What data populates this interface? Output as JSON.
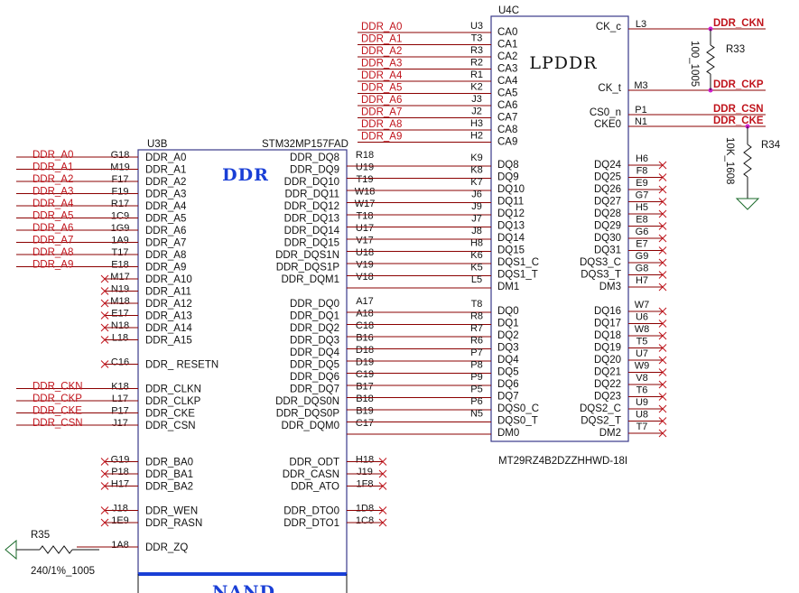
{
  "u3b": {
    "ref": "U3B",
    "part": "STM32MP157FAD",
    "title": "DDR",
    "next_block": "NAND",
    "left": [
      {
        "net": "DDR_A0",
        "pin": "G18",
        "name": "DDR_A0",
        "nc": false
      },
      {
        "net": "DDR_A1",
        "pin": "M19",
        "name": "DDR_A1",
        "nc": false
      },
      {
        "net": "DDR_A2",
        "pin": "F17",
        "name": "DDR_A2",
        "nc": false
      },
      {
        "net": "DDR_A3",
        "pin": "F19",
        "name": "DDR_A3",
        "nc": false
      },
      {
        "net": "DDR_A4",
        "pin": "R17",
        "name": "DDR_A4",
        "nc": false
      },
      {
        "net": "DDR_A5",
        "pin": "1C9",
        "name": "DDR_A5",
        "nc": false
      },
      {
        "net": "DDR_A6",
        "pin": "1G9",
        "name": "DDR_A6",
        "nc": false
      },
      {
        "net": "DDR_A7",
        "pin": "1A9",
        "name": "DDR_A7",
        "nc": false
      },
      {
        "net": "DDR_A8",
        "pin": "T17",
        "name": "DDR_A8",
        "nc": false
      },
      {
        "net": "DDR_A9",
        "pin": "E18",
        "name": "DDR_A9",
        "nc": false
      },
      {
        "net": "",
        "pin": "M17",
        "name": "DDR_A10",
        "nc": true
      },
      {
        "net": "",
        "pin": "N19",
        "name": "DDR_A11",
        "nc": true
      },
      {
        "net": "",
        "pin": "M18",
        "name": "DDR_A12",
        "nc": true
      },
      {
        "net": "",
        "pin": "E17",
        "name": "DDR_A13",
        "nc": true
      },
      {
        "net": "",
        "pin": "N18",
        "name": "DDR_A14",
        "nc": true
      },
      {
        "net": "",
        "pin": "L18",
        "name": "DDR_A15",
        "nc": true
      },
      {
        "gap": true
      },
      {
        "net": "",
        "pin": "C16",
        "name": "DDR_ RESETN",
        "nc": true
      },
      {
        "gap": true
      },
      {
        "net": "DDR_CKN",
        "pin": "K18",
        "name": "DDR_CLKN",
        "nc": false
      },
      {
        "net": "DDR_CKP",
        "pin": "L17",
        "name": "DDR_CLKP",
        "nc": false
      },
      {
        "net": "DDR_CKE",
        "pin": "P17",
        "name": "DDR_CKE",
        "nc": false
      },
      {
        "net": "DDR_CSN",
        "pin": "J17",
        "name": "DDR_CSN",
        "nc": false
      },
      {
        "gap": true
      },
      {
        "gap": true
      },
      {
        "net": "",
        "pin": "G19",
        "name": "DDR_BA0",
        "nc": true
      },
      {
        "net": "",
        "pin": "P18",
        "name": "DDR_BA1",
        "nc": true
      },
      {
        "net": "",
        "pin": "H17",
        "name": "DDR_BA2",
        "nc": true
      },
      {
        "gap": true
      },
      {
        "net": "",
        "pin": "J18",
        "name": "DDR_WEN",
        "nc": true
      },
      {
        "net": "",
        "pin": "1E9",
        "name": "DDR_RASN",
        "nc": true
      },
      {
        "gap": true
      },
      {
        "net": "",
        "pin": "1A8",
        "name": "DDR_ZQ",
        "nc": false
      }
    ],
    "right": [
      {
        "name": "DDR_DQ8",
        "pin": "R18",
        "nc": false
      },
      {
        "name": "DDR_DQ9",
        "pin": "U19",
        "nc": false
      },
      {
        "name": "DDR_DQ10",
        "pin": "T19",
        "nc": false
      },
      {
        "name": "DDR_DQ11",
        "pin": "W18",
        "nc": false
      },
      {
        "name": "DDR_DQ12",
        "pin": "W17",
        "nc": false
      },
      {
        "name": "DDR_DQ13",
        "pin": "T18",
        "nc": false
      },
      {
        "name": "DDR_DQ14",
        "pin": "U17",
        "nc": false
      },
      {
        "name": "DDR_DQ15",
        "pin": "V17",
        "nc": false
      },
      {
        "name": "DDR_DQS1N",
        "pin": "U18",
        "nc": false
      },
      {
        "name": "DDR_DQS1P",
        "pin": "V19",
        "nc": false
      },
      {
        "name": "DDR_DQM1",
        "pin": "V18",
        "nc": false
      },
      {
        "gap": true
      },
      {
        "name": "DDR_DQ0",
        "pin": "A17",
        "nc": false
      },
      {
        "name": "DDR_DQ1",
        "pin": "A18",
        "nc": false
      },
      {
        "name": "DDR_DQ2",
        "pin": "C18",
        "nc": false
      },
      {
        "name": "DDR_DQ3",
        "pin": "B16",
        "nc": false
      },
      {
        "name": "DDR_DQ4",
        "pin": "D18",
        "nc": false
      },
      {
        "name": "DDR_DQ5",
        "pin": "D19",
        "nc": false
      },
      {
        "name": "DDR_DQ6",
        "pin": "C19",
        "nc": false
      },
      {
        "name": "DDR_DQ7",
        "pin": "B17",
        "nc": false
      },
      {
        "name": "DDR_DQS0N",
        "pin": "B18",
        "nc": false
      },
      {
        "name": "DDR_DQS0P",
        "pin": "B19",
        "nc": false
      },
      {
        "name": "DDR_DQM0",
        "pin": "C17",
        "nc": false
      },
      {
        "gap": true
      },
      {
        "gap": true
      },
      {
        "name": "DDR_ODT",
        "pin": "H18",
        "nc": true
      },
      {
        "name": "DDR_CASN",
        "pin": "J19",
        "nc": true
      },
      {
        "name": "DDR_ATO",
        "pin": "1F8",
        "nc": true
      },
      {
        "gap": true
      },
      {
        "name": "DDR_DTO0",
        "pin": "1D8",
        "nc": true
      },
      {
        "name": "DDR_DTO1",
        "pin": "1C8",
        "nc": true
      }
    ]
  },
  "u4c": {
    "ref": "U4C",
    "part": "MT29RZ4B2DZZHHWD-18I",
    "title": "LPDDR",
    "ca": [
      {
        "net": "DDR_A0",
        "pin": "U3",
        "name": "CA0"
      },
      {
        "net": "DDR_A1",
        "pin": "T3",
        "name": "CA1"
      },
      {
        "net": "DDR_A2",
        "pin": "R3",
        "name": "CA2"
      },
      {
        "net": "DDR_A3",
        "pin": "R2",
        "name": "CA3"
      },
      {
        "net": "DDR_A4",
        "pin": "R1",
        "name": "CA4"
      },
      {
        "net": "DDR_A5",
        "pin": "K2",
        "name": "CA5"
      },
      {
        "net": "DDR_A6",
        "pin": "J3",
        "name": "CA6"
      },
      {
        "net": "DDR_A7",
        "pin": "J2",
        "name": "CA7"
      },
      {
        "net": "DDR_A8",
        "pin": "H3",
        "name": "CA8"
      },
      {
        "net": "DDR_A9",
        "pin": "H2",
        "name": "CA9"
      }
    ],
    "left_dq": [
      {
        "pin": "K9",
        "name": "DQ8"
      },
      {
        "pin": "K8",
        "name": "DQ9"
      },
      {
        "pin": "K7",
        "name": "DQ10"
      },
      {
        "pin": "J6",
        "name": "DQ11"
      },
      {
        "pin": "J9",
        "name": "DQ12"
      },
      {
        "pin": "J7",
        "name": "DQ13"
      },
      {
        "pin": "J8",
        "name": "DQ14"
      },
      {
        "pin": "H8",
        "name": "DQ15"
      },
      {
        "pin": "K6",
        "name": "DQS1_C"
      },
      {
        "pin": "K5",
        "name": "DQS1_T"
      },
      {
        "pin": "L5",
        "name": "DM1"
      },
      {
        "gap": true
      },
      {
        "pin": "T8",
        "name": "DQ0"
      },
      {
        "pin": "R8",
        "name": "DQ1"
      },
      {
        "pin": "R7",
        "name": "DQ2"
      },
      {
        "pin": "R6",
        "name": "DQ3"
      },
      {
        "pin": "P7",
        "name": "DQ4"
      },
      {
        "pin": "P8",
        "name": "DQ5"
      },
      {
        "pin": "P9",
        "name": "DQ6"
      },
      {
        "pin": "P5",
        "name": "DQ7"
      },
      {
        "pin": "P6",
        "name": "DQS0_C"
      },
      {
        "pin": "N5",
        "name": "DQS0_T"
      },
      {
        "pin": "",
        "name": "DM0"
      }
    ],
    "right_top": [
      {
        "name": "CK_c",
        "pin": "L3",
        "net": "DDR_CKN"
      },
      {
        "name": "CK_t",
        "pin": "M3",
        "net": "DDR_CKP"
      },
      {
        "name": "CS0_n",
        "pin": "P1",
        "net": "DDR_CSN"
      },
      {
        "name": "CKE0",
        "pin": "N1",
        "net": "DDR_CKE"
      }
    ],
    "right_dq": [
      {
        "name": "DQ24",
        "pin": "H6"
      },
      {
        "name": "DQ25",
        "pin": "F8"
      },
      {
        "name": "DQ26",
        "pin": "E9"
      },
      {
        "name": "DQ27",
        "pin": "G7"
      },
      {
        "name": "DQ28",
        "pin": "H5"
      },
      {
        "name": "DQ29",
        "pin": "E8"
      },
      {
        "name": "DQ30",
        "pin": "G6"
      },
      {
        "name": "DQ31",
        "pin": "E7"
      },
      {
        "name": "DQS3_C",
        "pin": "G9"
      },
      {
        "name": "DQS3_T",
        "pin": "G8"
      },
      {
        "name": "DM3",
        "pin": "H7"
      },
      {
        "gap": true
      },
      {
        "name": "DQ16",
        "pin": "W7"
      },
      {
        "name": "DQ17",
        "pin": "U6"
      },
      {
        "name": "DQ18",
        "pin": "W8"
      },
      {
        "name": "DQ19",
        "pin": "T5"
      },
      {
        "name": "DQ20",
        "pin": "U7"
      },
      {
        "name": "DQ21",
        "pin": "W9"
      },
      {
        "name": "DQ22",
        "pin": "V8"
      },
      {
        "name": "DQ23",
        "pin": "T6"
      },
      {
        "name": "DQS2_C",
        "pin": "U9"
      },
      {
        "name": "DQS2_T",
        "pin": "U8"
      },
      {
        "name": "DM2",
        "pin": "T7"
      }
    ]
  },
  "r33": {
    "ref": "R33",
    "value": "100_1005"
  },
  "r34": {
    "ref": "R34",
    "value": "10K_1608"
  },
  "r35": {
    "ref": "R35",
    "value": "240/1%_1005"
  }
}
